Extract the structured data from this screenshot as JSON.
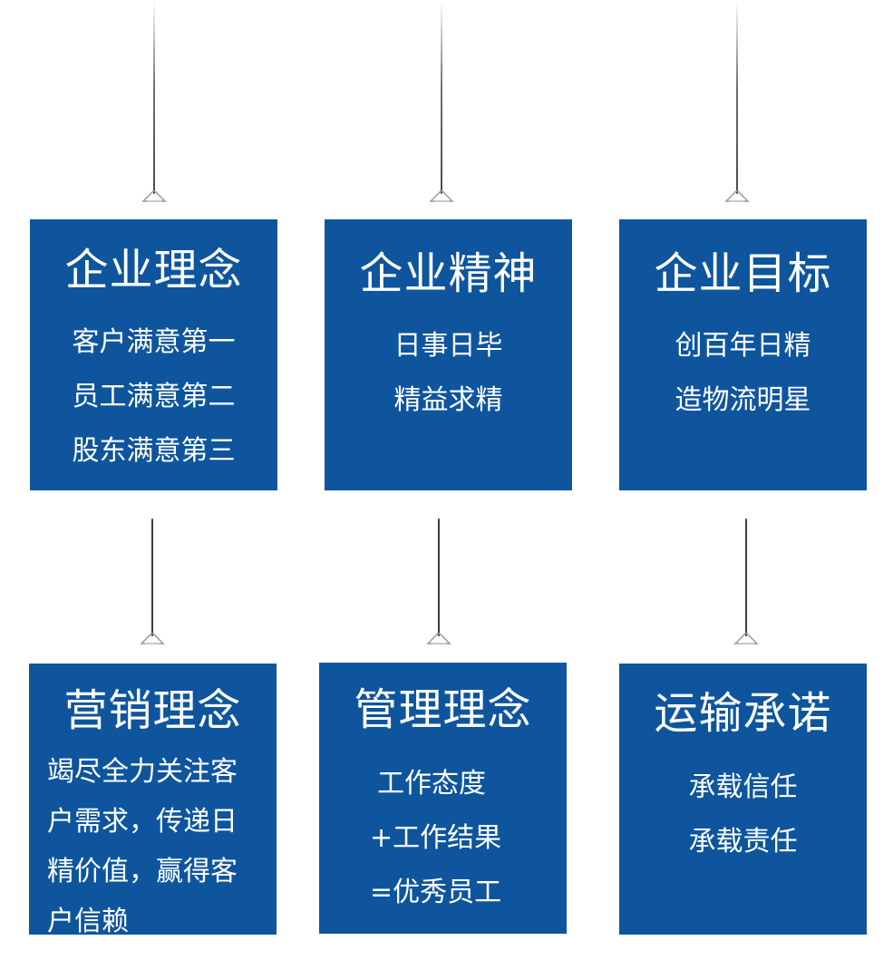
{
  "colors": {
    "panel": "#0e559e",
    "text": "#ffffff",
    "wire": "#6f6f6f"
  },
  "icons": {
    "hanger": "hanger-clip-icon"
  },
  "panels": [
    {
      "title": "企业理念",
      "lines": [
        "客户满意第一",
        "员工满意第二",
        "股东满意第三"
      ]
    },
    {
      "title": "企业精神",
      "lines": [
        "日事日毕",
        "精益求精"
      ]
    },
    {
      "title": "企业目标",
      "lines": [
        "创百年日精",
        "造物流明星"
      ]
    },
    {
      "title": "营销理念",
      "lines": [
        "竭尽全力关注客",
        "户需求，传递日",
        "精价值，赢得客",
        "户信赖"
      ]
    },
    {
      "title": "管理理念",
      "lines": [
        "工作态度",
        "+工作结果",
        "=优秀员工"
      ]
    },
    {
      "title": "运输承诺",
      "lines": [
        "承载信任",
        "承载责任"
      ]
    }
  ]
}
